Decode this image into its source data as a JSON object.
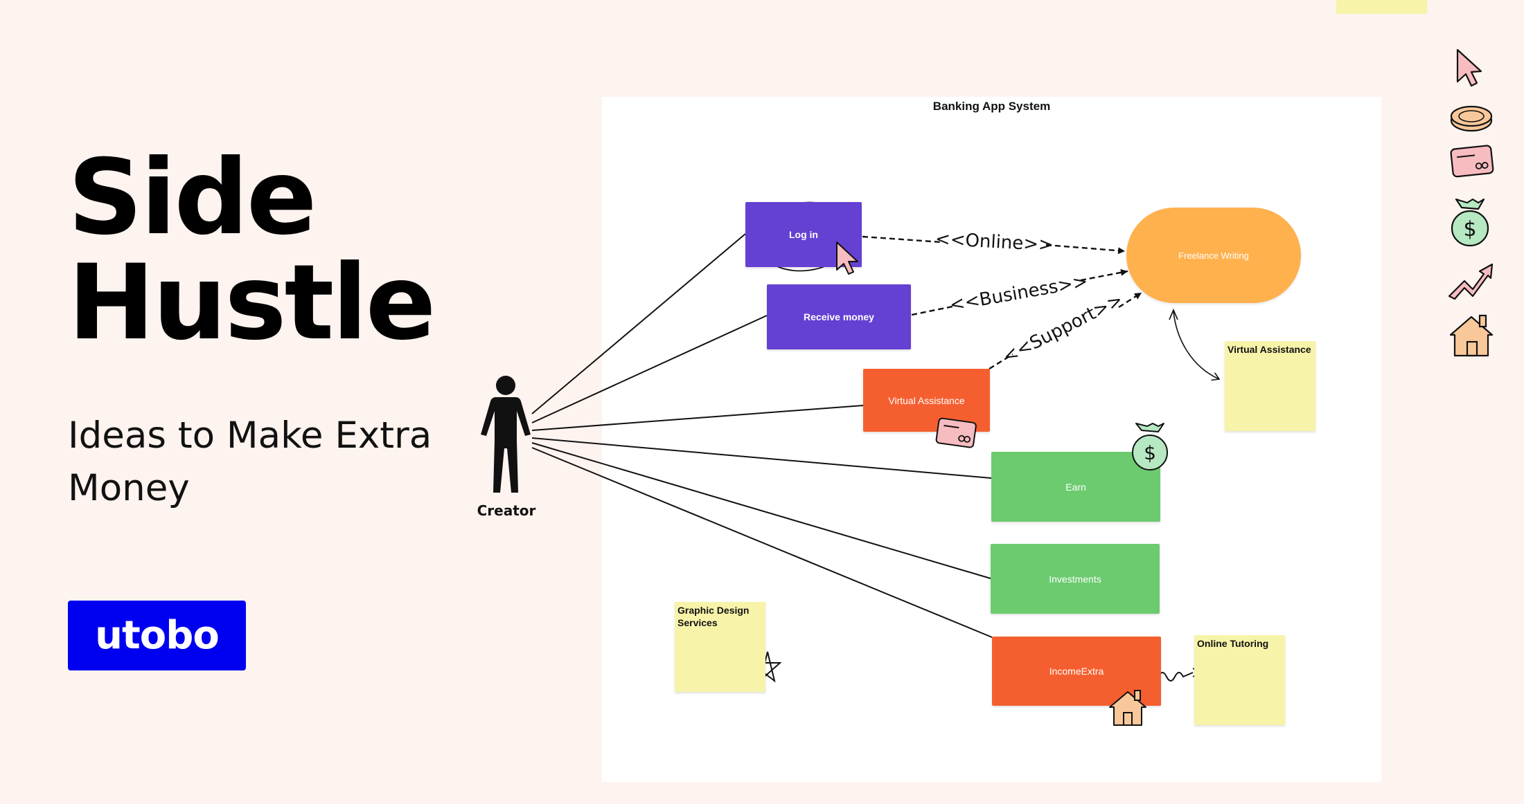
{
  "hero": {
    "title_line1": "Side",
    "title_line2": "Hustle",
    "subtitle": "Ideas to Make Extra Money",
    "brand": "utobo"
  },
  "diagram": {
    "title": "Banking App System",
    "actor": "Creator",
    "use_cases": {
      "login": "Log in",
      "receive_money": "Receive money",
      "virtual_assistance": "Virtual Assistance",
      "earn": "Earn",
      "investments": "Investments",
      "income_extra": "IncomeExtra",
      "freelance_writing": "Freelance Writing"
    },
    "relations": {
      "online": "<<Online>>",
      "business": "<<Business>>",
      "support": "<<Support>>"
    },
    "sticky_notes": {
      "virtual_assistance": "Virtual Assistance",
      "graphic_design": "Graphic Design Services",
      "online_tutoring": "Online Tutoring"
    }
  },
  "colors": {
    "background": "#fdf3ef",
    "brand": "#0000f0",
    "purple": "#6441d2",
    "orange": "#f55f30",
    "green": "#6ccb6f",
    "oval": "#ffb14d",
    "sticky": "#f7f3a9"
  },
  "toolbar_icons": [
    "cursor-icon",
    "coin-icon",
    "credit-card-icon",
    "money-bag-icon",
    "trend-arrow-icon",
    "house-icon"
  ]
}
